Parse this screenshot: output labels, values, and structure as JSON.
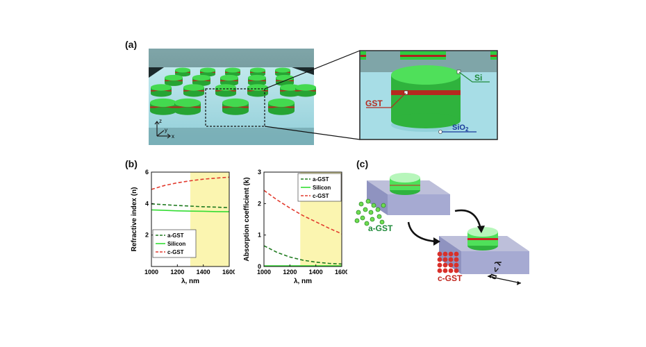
{
  "figure": {
    "panel_a": {
      "label": "(a)",
      "inset_labels": {
        "si": "Si",
        "gst": "GST",
        "sio2_base": "SiO",
        "sio2_sub": "2"
      },
      "axes_labels": {
        "z": "z",
        "y": "y",
        "x": "x"
      }
    },
    "panel_b": {
      "label": "(b)"
    },
    "panel_c": {
      "label": "(c)",
      "a_gst": "a-GST",
      "c_gst": "c-GST",
      "d_label": "d < λ"
    },
    "colors": {
      "a_gst": "#1f7a1f",
      "silicon": "#33dd33",
      "c_gst": "#e23b2e",
      "highlight": "#fbf5b0",
      "si_green": "#2ecc40",
      "gst_red": "#cc2222"
    }
  },
  "chart_data": [
    {
      "type": "line",
      "ylabel": "Refractive index (n)",
      "xlabel": "λ, nm",
      "xlim": [
        1000,
        1600
      ],
      "ylim": [
        0,
        6
      ],
      "xticks": [
        1000,
        1200,
        1400,
        1600
      ],
      "yticks": [
        2,
        4,
        6
      ],
      "highlight_x": [
        1300,
        1600
      ],
      "legend_position": "bottom-left",
      "series": [
        {
          "name": "a-GST",
          "style": "dashed",
          "color": "#1f7a1f",
          "x": [
            1000,
            1100,
            1200,
            1300,
            1400,
            1500,
            1600
          ],
          "y": [
            3.98,
            3.93,
            3.88,
            3.84,
            3.8,
            3.77,
            3.74
          ]
        },
        {
          "name": "Silicon",
          "style": "solid",
          "color": "#33dd33",
          "x": [
            1000,
            1100,
            1200,
            1300,
            1400,
            1500,
            1600
          ],
          "y": [
            3.6,
            3.57,
            3.54,
            3.52,
            3.51,
            3.49,
            3.48
          ]
        },
        {
          "name": "c-GST",
          "style": "dashed",
          "color": "#e23b2e",
          "x": [
            1000,
            1100,
            1200,
            1300,
            1400,
            1500,
            1600
          ],
          "y": [
            4.9,
            5.15,
            5.32,
            5.45,
            5.55,
            5.62,
            5.68
          ]
        }
      ]
    },
    {
      "type": "line",
      "ylabel": "Absorption coefficient (k)",
      "xlabel": "λ, nm",
      "xlim": [
        1000,
        1600
      ],
      "ylim": [
        0,
        3
      ],
      "xticks": [
        1000,
        1200,
        1400,
        1600
      ],
      "yticks": [
        0,
        1,
        2,
        3
      ],
      "highlight_x": [
        1280,
        1600
      ],
      "legend_position": "top-right",
      "series": [
        {
          "name": "a-GST",
          "style": "dashed",
          "color": "#1f7a1f",
          "x": [
            1000,
            1100,
            1200,
            1300,
            1400,
            1500,
            1600
          ],
          "y": [
            0.66,
            0.45,
            0.3,
            0.2,
            0.14,
            0.1,
            0.08
          ]
        },
        {
          "name": "Silicon",
          "style": "solid",
          "color": "#33dd33",
          "x": [
            1000,
            1100,
            1200,
            1300,
            1400,
            1500,
            1600
          ],
          "y": [
            0.02,
            0.02,
            0.02,
            0.02,
            0.02,
            0.02,
            0.02
          ]
        },
        {
          "name": "c-GST",
          "style": "dashed",
          "color": "#e23b2e",
          "x": [
            1000,
            1100,
            1200,
            1300,
            1400,
            1500,
            1600
          ],
          "y": [
            2.42,
            2.12,
            1.86,
            1.62,
            1.42,
            1.22,
            1.04
          ]
        }
      ]
    }
  ]
}
